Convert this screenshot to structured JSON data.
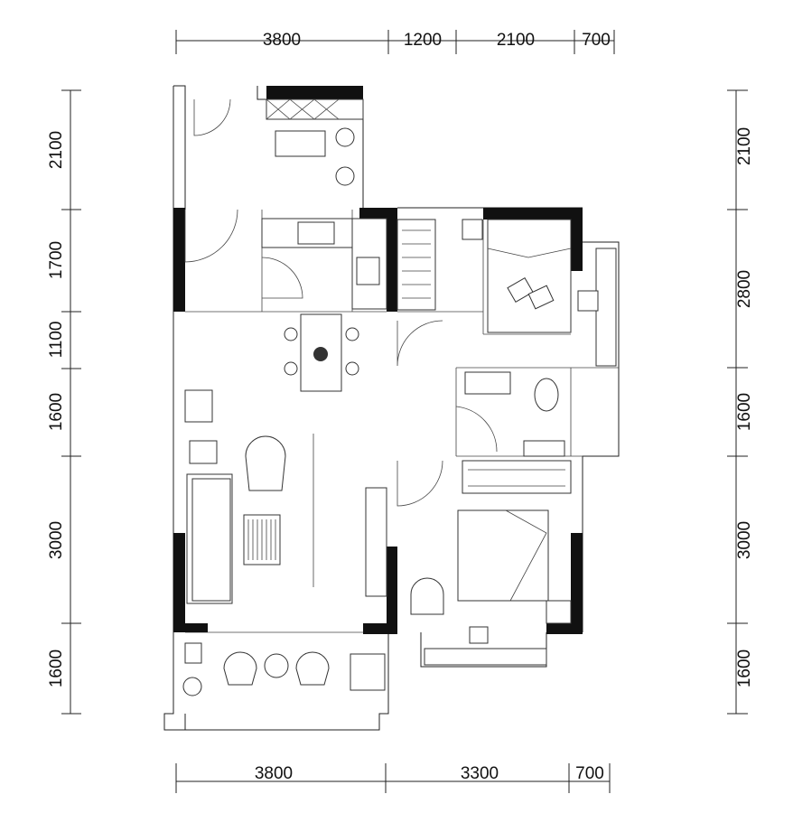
{
  "plan": {
    "top_dimensions": [
      "3800",
      "1200",
      "2100",
      "700"
    ],
    "bottom_dimensions": [
      "3800",
      "3300",
      "700"
    ],
    "left_dimensions": [
      "2100",
      "1700",
      "1100",
      "1600",
      "3000",
      "1600"
    ],
    "right_dimensions": [
      "2100",
      "2800",
      "1600",
      "3000",
      "1600"
    ]
  },
  "colors": {
    "wall": "#111111",
    "line": "#222222",
    "background": "#ffffff"
  }
}
